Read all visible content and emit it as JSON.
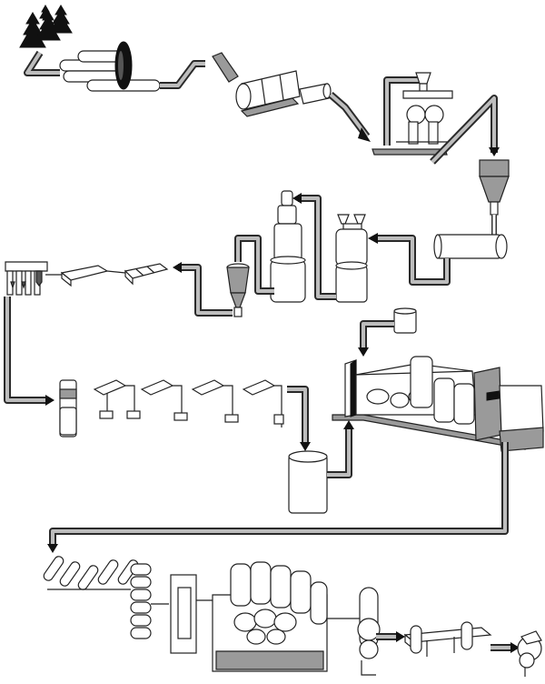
{
  "diagram": {
    "colors": {
      "pipe_outline": "#2a2a2a",
      "pipe_fill": "#bdbdbd",
      "equipment_fill": "#ffffff",
      "equipment_shade": "#9a9a9a",
      "ink": "#222222"
    },
    "stages": [
      {
        "id": "trees",
        "icon": "pine-trees-icon"
      },
      {
        "id": "log-conveyor",
        "icon": "log-conveyor-icon"
      },
      {
        "id": "debarker-drum",
        "icon": "rotary-drum-icon"
      },
      {
        "id": "chipper",
        "icon": "chipper-icon"
      },
      {
        "id": "digester-tank",
        "icon": "cone-tank-icon"
      },
      {
        "id": "horizontal-tank",
        "icon": "horizontal-tank-icon"
      },
      {
        "id": "bleaching-towers",
        "icon": "tower-icon"
      },
      {
        "id": "washer-hopper",
        "icon": "hopper-icon"
      },
      {
        "id": "screens",
        "icon": "screen-icon"
      },
      {
        "id": "refiners",
        "icon": "refiner-icon"
      },
      {
        "id": "stock-chest",
        "icon": "chest-icon"
      },
      {
        "id": "headbox-wire",
        "icon": "forming-section-icon"
      },
      {
        "id": "press-rolls",
        "icon": "press-rolls-icon"
      },
      {
        "id": "dryer-section",
        "icon": "dryer-cylinders-icon"
      },
      {
        "id": "calender",
        "icon": "calender-icon"
      },
      {
        "id": "reel",
        "icon": "paper-reel-icon"
      }
    ]
  }
}
